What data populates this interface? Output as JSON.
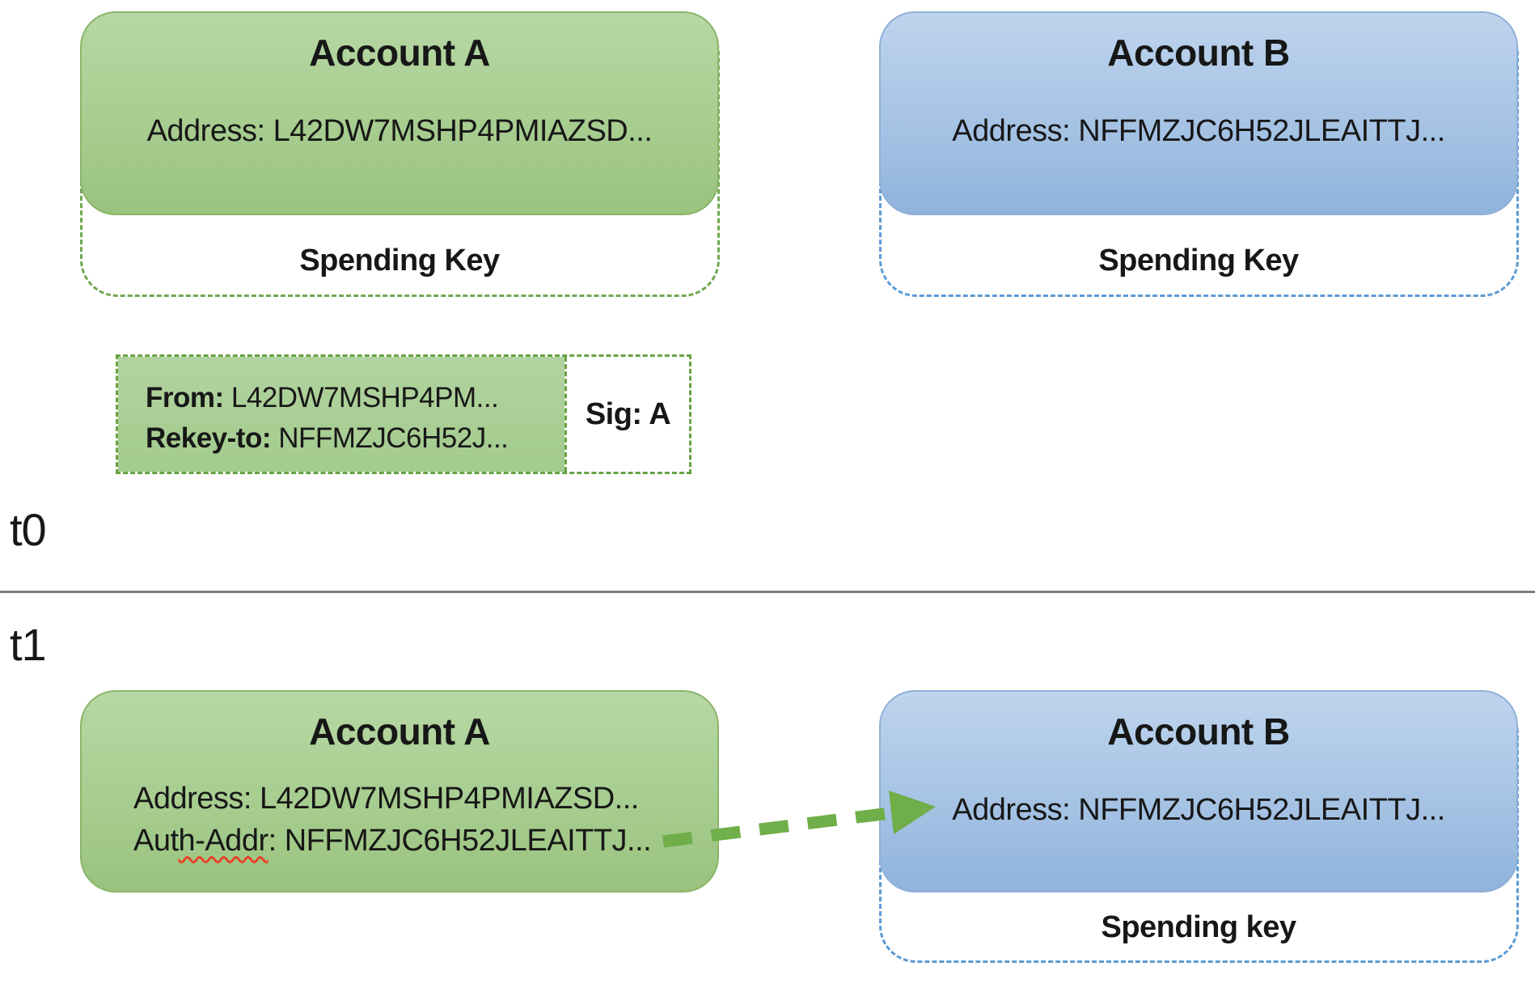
{
  "timeline": {
    "t0_label": "t0",
    "t1_label": "t1"
  },
  "colors": {
    "account_a_fill": "#a7cd90",
    "account_a_border": "#8ab568",
    "account_a_dashed": "#72a84e",
    "account_b_fill": "#a6c3e4",
    "account_b_border": "#8fb0d8",
    "account_b_dashed": "#5b9bd5",
    "arrow_green": "#6fae48",
    "divider_gray": "#7f7f7f",
    "squiggle_red": "#e8432a",
    "text": "#171717"
  },
  "t0_section": {
    "account_a": {
      "title": "Account A",
      "address": "Address: L42DW7MSHP4PMIAZSD...",
      "spending_key_label": "Spending Key"
    },
    "account_b": {
      "title": "Account B",
      "address": "Address: NFFMZJC6H52JLEAITTJ...",
      "spending_key_label": "Spending Key"
    },
    "rekey_transaction": {
      "from_label": "From:",
      "from_value": " L42DW7MSHP4PM...",
      "rekey_to_label": "Rekey-to:",
      "rekey_to_value": "  NFFMZJC6H52J...",
      "sig_label": "Sig: A"
    }
  },
  "t1_section": {
    "account_a": {
      "title": "Account A",
      "address": "Address: L42DW7MSHP4PMIAZSD...",
      "auth_addr_prefix": "Aut",
      "auth_addr_squiggle": "h-Addr",
      "auth_addr_rest": ": NFFMZJC6H52JLEAITTJ..."
    },
    "account_b": {
      "title": "Account B",
      "address": "Address: NFFMZJC6H52JLEAITTJ...",
      "spending_key_label": "Spending key"
    }
  }
}
